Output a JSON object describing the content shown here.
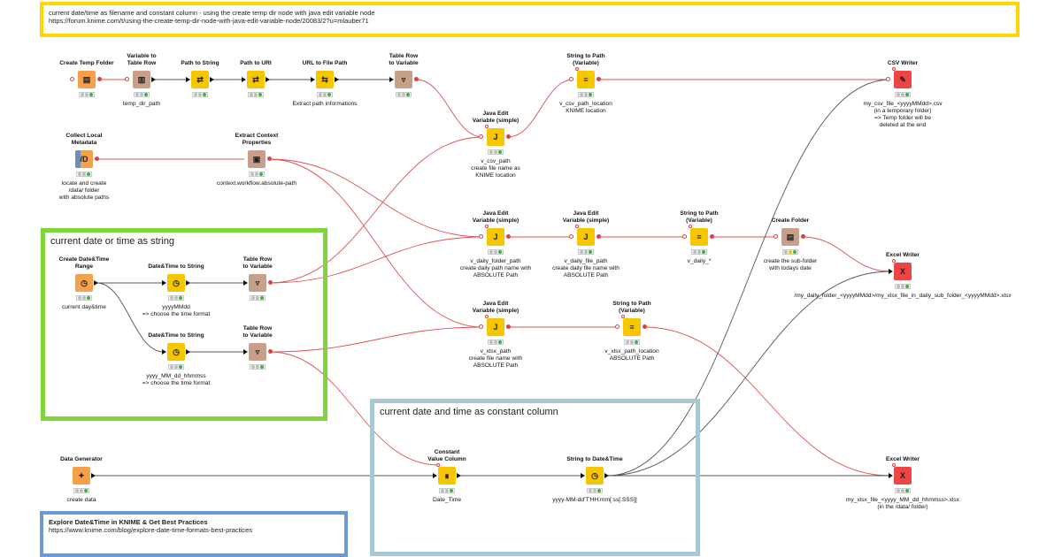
{
  "colors": {
    "annotation_yellow": "#ffd700",
    "annotation_green": "#7ed63a",
    "annotation_blue": "#aac8d2",
    "annotation_steel": "#6a9ad0",
    "variable_line": "#e05050",
    "data_line": "#555555",
    "node_source": "#f6a04c",
    "node_manipulator": "#f6c600",
    "node_other": "#c8a08a",
    "node_sink": "#ee4444"
  },
  "annotations": [
    {
      "id": "top",
      "title": "",
      "lines": [
        "current date/time as filename and constant column - using the create temp dir node with java edit variable node",
        "https://forum.knime.com/t/using-the-create-temp-dir-node-with-java-edit-variable-node/20083/2?u=mlauber71"
      ]
    },
    {
      "id": "date-string",
      "title": "current date or time as string",
      "lines": []
    },
    {
      "id": "constant-column",
      "title": "current date and time as constant column",
      "lines": []
    },
    {
      "id": "explore",
      "title": "",
      "lines": [
        "Explore Date&Time in KNIME & Get Best Practices",
        "https://www.knime.com/blog/explore-date-time-formats-best-practices"
      ]
    }
  ],
  "nodes": [
    {
      "id": "n1",
      "title": "Create Temp Folder",
      "icon": "folder-icon",
      "glyph": "▤",
      "desc": ""
    },
    {
      "id": "n2",
      "title": "Variable to\nTable Row",
      "icon": "table-icon",
      "glyph": "▥",
      "desc": "temp_dir_path"
    },
    {
      "id": "n3",
      "title": "Path to String",
      "icon": "path-string-icon",
      "glyph": "⇄",
      "desc": ""
    },
    {
      "id": "n4",
      "title": "Path to URI",
      "icon": "path-uri-icon",
      "glyph": "⇄",
      "desc": ""
    },
    {
      "id": "n5",
      "title": "URL to File Path",
      "icon": "url-path-icon",
      "glyph": "⇆",
      "desc": "Extract path informations"
    },
    {
      "id": "n6",
      "title": "Table Row\nto Variable",
      "icon": "row-variable-icon",
      "glyph": "▿",
      "desc": ""
    },
    {
      "id": "n7",
      "title": "String to Path\n(Variable)",
      "icon": "string-path-icon",
      "glyph": "≡",
      "desc": "v_csv_path_location\nKNIME location"
    },
    {
      "id": "n8",
      "title": "CSV Writer",
      "icon": "csv-writer-icon",
      "glyph": "✎",
      "desc": "my_csv_file_<yyyyMMdd>.csv\n(in a temporary folder)\n=> Temp folder will be\ndeleted at the end"
    },
    {
      "id": "n9",
      "title": "Java Edit\nVariable (simple)",
      "icon": "java-icon",
      "glyph": "J",
      "desc": "v_csv_path\ncreate file name as\nKNIME location"
    },
    {
      "id": "n10",
      "title": "Collect Local\nMetadata",
      "icon": "metadata-icon",
      "glyph": "/D",
      "desc": "locate and create\n/data/ folder\nwith absolute paths"
    },
    {
      "id": "n11",
      "title": "Extract Context\nProperties",
      "icon": "context-icon",
      "glyph": "▣",
      "desc": "context.workflow.absolute-path"
    },
    {
      "id": "n12",
      "title": "Create Date&Time\nRange",
      "icon": "date-range-icon",
      "glyph": "◷",
      "desc": "current day&time"
    },
    {
      "id": "n13",
      "title": "Date&Time to String",
      "icon": "date-string-icon",
      "glyph": "◷",
      "desc": "yyyyMMdd\n=> choose the time format"
    },
    {
      "id": "n14",
      "title": "Table Row\nto Variable",
      "icon": "row-variable-icon",
      "glyph": "▿",
      "desc": ""
    },
    {
      "id": "n15",
      "title": "Date&Time to String",
      "icon": "date-string-icon",
      "glyph": "◷",
      "desc": "yyyy_MM_dd_hhmmss\n=> choose the time format"
    },
    {
      "id": "n16",
      "title": "Table Row\nto Variable",
      "icon": "row-variable-icon",
      "glyph": "▿",
      "desc": ""
    },
    {
      "id": "n17",
      "title": "Java Edit\nVariable (simple)",
      "icon": "java-icon",
      "glyph": "J",
      "desc": "v_daily_folder_path\ncreate daily path name with\nABSOLUTE Path"
    },
    {
      "id": "n18",
      "title": "Java Edit\nVariable (simple)",
      "icon": "java-icon",
      "glyph": "J",
      "desc": "v_daily_file_path\ncreate daily file name with\nABSOLUTE Path"
    },
    {
      "id": "n19",
      "title": "String to Path\n(Variable)",
      "icon": "string-path-icon",
      "glyph": "≡",
      "desc": "v_daily_*"
    },
    {
      "id": "n20",
      "title": "Create Folder",
      "icon": "create-folder-icon",
      "glyph": "▤",
      "desc": "create the sub-folder\nwith todays date"
    },
    {
      "id": "n21",
      "title": "Excel Writer",
      "icon": "excel-writer-icon",
      "glyph": "X",
      "desc": "/my_daily_folder_<yyyyMMdd>/my_xlsx_file_in_daily_sub_folder_<yyyyMMdd>.xlsx"
    },
    {
      "id": "n22",
      "title": "Java Edit\nVariable (simple)",
      "icon": "java-icon",
      "glyph": "J",
      "desc": "v_xlsx_path\ncreate file name with\nABSOLUTE Path"
    },
    {
      "id": "n23",
      "title": "String to Path\n(Variable)",
      "icon": "string-path-icon",
      "glyph": "≡",
      "desc": "v_xlsx_path_location\nABSOLUTE Path"
    },
    {
      "id": "n24",
      "title": "Data Generator",
      "icon": "data-generator-icon",
      "glyph": "✦",
      "desc": "create data"
    },
    {
      "id": "n25",
      "title": "Constant\nValue Column",
      "icon": "constant-column-icon",
      "glyph": "∎",
      "desc": "Date_Time"
    },
    {
      "id": "n26",
      "title": "String to Date&Time",
      "icon": "string-date-icon",
      "glyph": "◷",
      "desc": "yyyy-MM-dd'T'HH:mm[:ss[.SSS]]"
    },
    {
      "id": "n27",
      "title": "Excel Writer",
      "icon": "excel-writer-icon",
      "glyph": "X",
      "desc": "my_xlsx_file_<yyyy_MM_dd_hhmmss>.xlsx\n(in the /data/ folder)"
    }
  ]
}
